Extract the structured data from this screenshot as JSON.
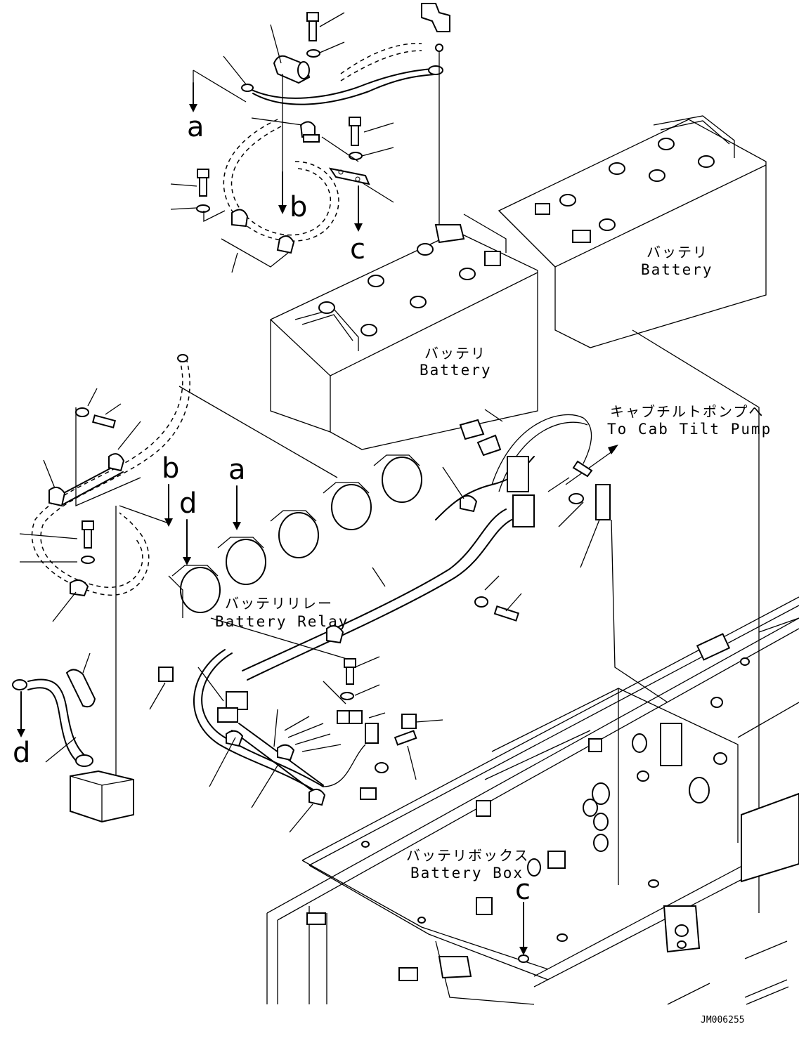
{
  "drawing_code": "JM006255",
  "callouts": {
    "a_top": "a",
    "b_top": "b",
    "c_top": "c",
    "b_mid": "b",
    "d_mid": "d",
    "a_mid": "a",
    "d_left": "d",
    "c_bottom": "c"
  },
  "labels": {
    "battery_right_jp": "バッテリ",
    "battery_right_en": "Battery",
    "battery_center_jp": "バッテリ",
    "battery_center_en": "Battery",
    "cab_tilt_jp": "キャブチルトポンプへ",
    "cab_tilt_en": "To Cab Tilt Pump",
    "relay_jp": "バッテリリレー",
    "relay_en": "Battery Relay",
    "box_jp": "バッテリボックス",
    "box_en": "Battery Box"
  }
}
